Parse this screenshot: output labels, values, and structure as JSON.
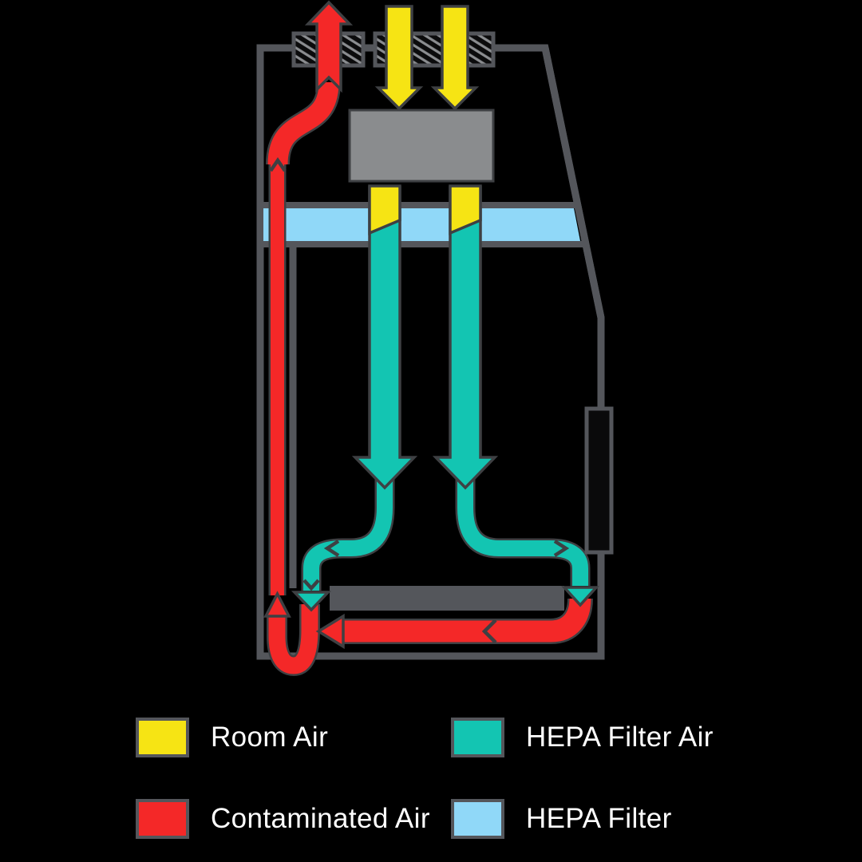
{
  "colors": {
    "background": "#000000",
    "outline": "#54565B",
    "band_outline": "#3E4043",
    "room_air": "#F6E414",
    "contaminated_air": "#F42828",
    "hepa_air": "#13C5B2",
    "hepa_filter": "#90D8F8",
    "blower": "#8A8C8E",
    "handle": "#0A0A0B",
    "hatch_line": "#8B8D90",
    "hatch_bg": "#0B0B0C",
    "text": "#FFFFFF"
  },
  "diagram": {
    "type": "biosafety-cabinet-airflow",
    "flows": [
      {
        "name": "room-air-intake",
        "color": "#F6E414",
        "direction": "down into cabinet top"
      },
      {
        "name": "hepa-filtered-air",
        "color": "#13C5B2",
        "direction": "down through HEPA filter to work surface, splitting left and right"
      },
      {
        "name": "contaminated-air",
        "color": "#F42828",
        "direction": "under work surface, left along base, up rear channel, exhausted out top"
      },
      {
        "name": "hepa-filter-panel",
        "color": "#90D8F8"
      }
    ]
  },
  "legend": {
    "items": [
      {
        "label": "Room Air",
        "color": "#F6E414"
      },
      {
        "label": "HEPA Filter Air",
        "color": "#13C5B2"
      },
      {
        "label": "Contaminated Air",
        "color": "#F42828"
      },
      {
        "label": "HEPA Filter",
        "color": "#90D8F8"
      }
    ]
  }
}
